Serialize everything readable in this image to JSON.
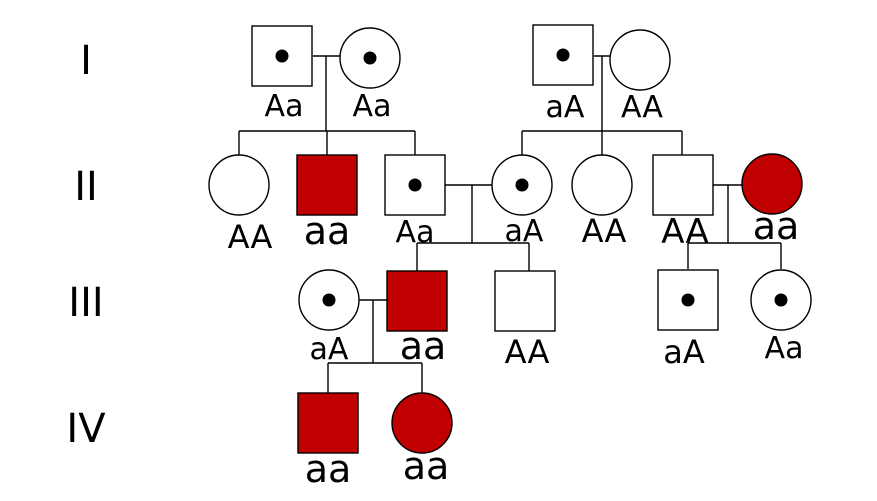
{
  "colors": {
    "affected": "#c00000",
    "unaffected": "#ffffff",
    "outline": "#000000",
    "carrier_dot": "#000000"
  },
  "generations": [
    "I",
    "II",
    "III",
    "IV"
  ],
  "individuals": {
    "i1": {
      "sex": "male",
      "status": "carrier",
      "genotype": "Aa"
    },
    "i2": {
      "sex": "female",
      "status": "carrier",
      "genotype": "Aa"
    },
    "i3": {
      "sex": "male",
      "status": "carrier",
      "genotype": "aA"
    },
    "i4": {
      "sex": "female",
      "status": "unaffected",
      "genotype": "AA"
    },
    "ii1": {
      "sex": "female",
      "status": "unaffected",
      "genotype": "AA"
    },
    "ii2": {
      "sex": "male",
      "status": "affected",
      "genotype": "aa"
    },
    "ii3": {
      "sex": "male",
      "status": "carrier",
      "genotype": "Aa"
    },
    "ii4": {
      "sex": "female",
      "status": "carrier",
      "genotype": "aA"
    },
    "ii5": {
      "sex": "female",
      "status": "unaffected",
      "genotype": "AA"
    },
    "ii6": {
      "sex": "male",
      "status": "unaffected",
      "genotype": "AA"
    },
    "ii7": {
      "sex": "female",
      "status": "affected",
      "genotype": "aa"
    },
    "iii1": {
      "sex": "female",
      "status": "carrier",
      "genotype": "aA"
    },
    "iii2": {
      "sex": "male",
      "status": "affected",
      "genotype": "aa"
    },
    "iii3": {
      "sex": "male",
      "status": "unaffected",
      "genotype": "AA"
    },
    "iii4": {
      "sex": "male",
      "status": "carrier",
      "genotype": "aA"
    },
    "iii5": {
      "sex": "female",
      "status": "carrier",
      "genotype": "Aa"
    },
    "iv1": {
      "sex": "male",
      "status": "affected",
      "genotype": "aa"
    },
    "iv2": {
      "sex": "female",
      "status": "affected",
      "genotype": "aa"
    }
  }
}
